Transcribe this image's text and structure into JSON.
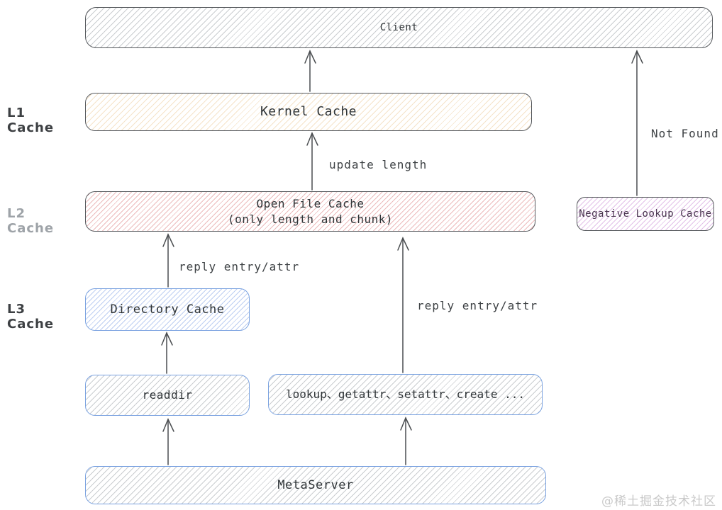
{
  "nodes": {
    "client": {
      "label": "Client"
    },
    "kernel_cache": {
      "label": "Kernel Cache"
    },
    "open_file_cache": {
      "label_line1": "Open File Cache",
      "label_line2": "(only length and chunk)"
    },
    "negative_lookup_cache": {
      "label": "Negative Lookup Cache"
    },
    "directory_cache": {
      "label": "Directory Cache"
    },
    "readdir": {
      "label": "readdir"
    },
    "lookup_ops": {
      "label": "lookup、getattr、setattr、create ..."
    },
    "metaserver": {
      "label": "MetaServer"
    }
  },
  "tiers": [
    {
      "label": "L1 Cache"
    },
    {
      "label": "L2 Cache"
    },
    {
      "label": "L3 Cache"
    }
  ],
  "edge_labels": {
    "not_found": "Not Found",
    "update_length": "update length",
    "reply_entry_attr_left": "reply entry/attr",
    "reply_entry_attr_right": "reply entry/attr"
  },
  "watermark": "@稀土掘金技术社区",
  "colors": {
    "client_hatch": "#7a828a",
    "kernel_cache_hatch": "#e2ad60",
    "open_file_cache_hatch": "#d25a5c",
    "negative_lookup_hatch": "#ba68c8",
    "blue_hatch": "#6c92e0",
    "dark_border": "#55585c",
    "blue_border": "#7aa2e0",
    "arrow_stroke": "#4a4d50"
  }
}
